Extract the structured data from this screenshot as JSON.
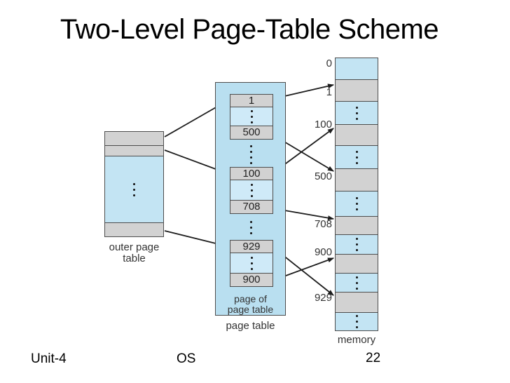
{
  "title": "Two-Level Page-Table Scheme",
  "footer": {
    "unit": "Unit-4",
    "course": "OS",
    "page_number": "22"
  },
  "colors": {
    "table_gray": "#d2d2d2",
    "container_blue": "#b9dff0",
    "inner_cell_blue": "#cfeaf8",
    "memory_blue": "#c3e4f3",
    "border": "#4d4d4d",
    "arrow": "#1c1c1c"
  },
  "diagram": {
    "outer_page_table": {
      "label_line1": "outer page",
      "label_line2": "table"
    },
    "page_table": {
      "entries": [
        "1",
        "500",
        "100",
        "708",
        "929",
        "900"
      ],
      "inner_label_line1": "page of",
      "inner_label_line2": "page table",
      "below_label": "page table"
    },
    "memory": {
      "frame_labels": [
        "0",
        "1",
        "100",
        "500",
        "708",
        "900",
        "929"
      ],
      "caption": "memory"
    }
  }
}
